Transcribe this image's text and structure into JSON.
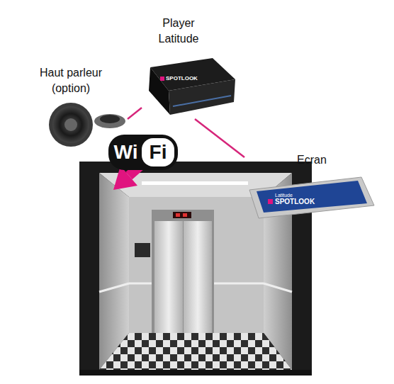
{
  "diagram": {
    "nodes": [
      {
        "text": [
          "Player Latitude"
        ]
      },
      {
        "text": [
          "Haut parleur (option)"
        ]
      },
      {
        "text": [
          "Ecran"
        ]
      }
    ],
    "edges": [
      {
        "from": 0,
        "to": 1,
        "arrow": "none"
      },
      {
        "from": 0,
        "to": 2,
        "arrow": "none"
      }
    ],
    "labels": [
      "SPOTLOOK",
      "Wi",
      "Fi",
      "Latitude",
      "SPOTLOOK"
    ]
  }
}
